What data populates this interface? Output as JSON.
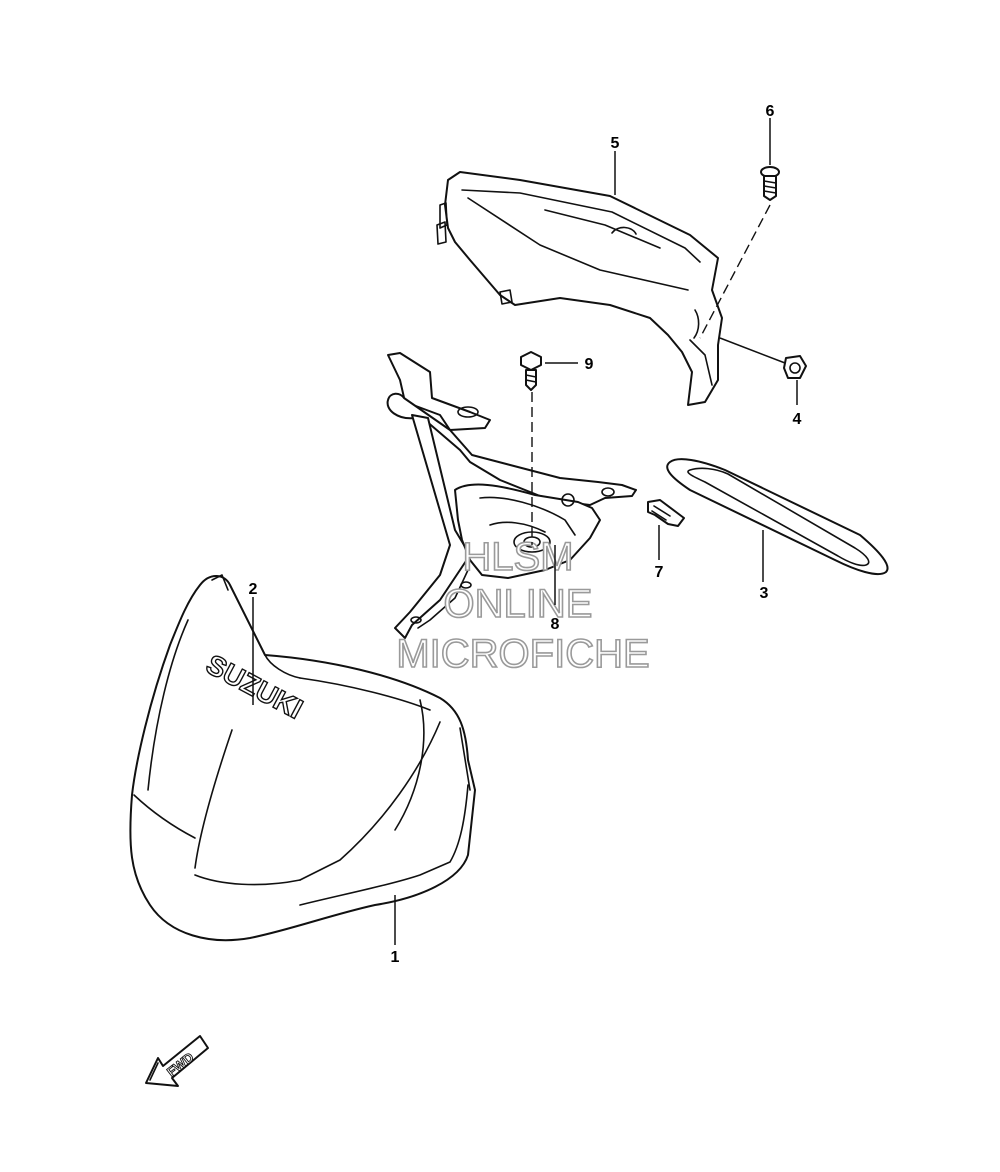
{
  "callouts": {
    "c1": "1",
    "c2": "2",
    "c3": "3",
    "c4": "4",
    "c5": "5",
    "c6": "6",
    "c7": "7",
    "c8": "8",
    "c9": "9"
  },
  "cowl_logo": "SUZUKI",
  "fwd_label": "FWD",
  "watermark": {
    "line1": "HLSM",
    "line2": "ONLINE",
    "line3": "MICROFICHE"
  }
}
